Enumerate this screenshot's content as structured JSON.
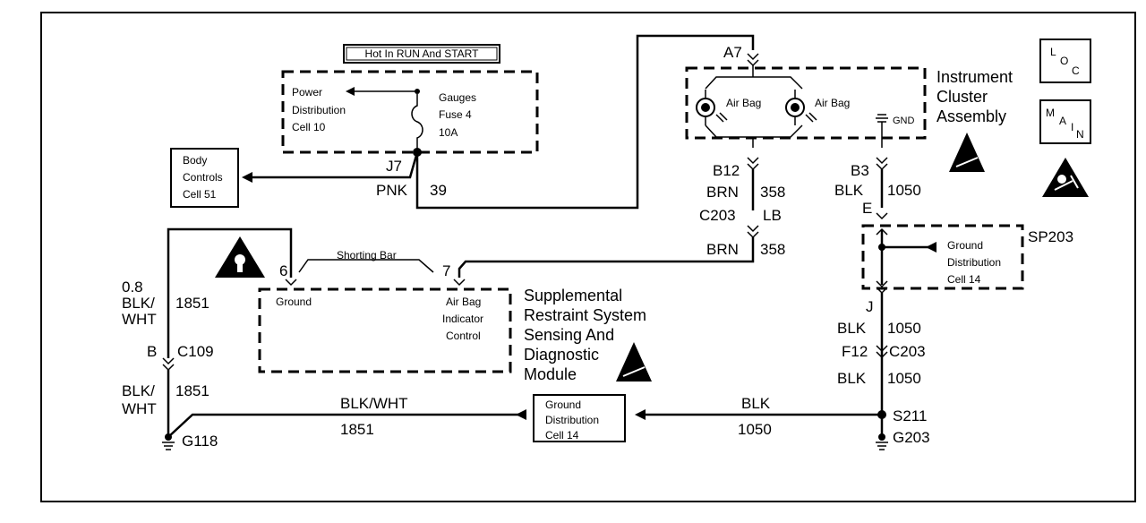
{
  "hot_label": "Hot In RUN And START",
  "power_dist": [
    "Power",
    "Distribution",
    "Cell 10"
  ],
  "fuse": [
    "Gauges",
    "Fuse 4",
    "10A"
  ],
  "body_controls": [
    "Body",
    "Controls",
    "Cell 51"
  ],
  "j7": "J7",
  "pnk": "PNK",
  "c39": "39",
  "a7": "A7",
  "airbag_left": "Air Bag",
  "airbag_right": "Air Bag",
  "gnd": "GND",
  "instrument_cluster": [
    "Instrument",
    "Cluster",
    "Assembly"
  ],
  "b12": "B12",
  "brn_top": "BRN",
  "c358_top": "358",
  "c203_top": "C203",
  "lb": "LB",
  "brn_mid": "BRN",
  "c358_mid": "358",
  "b3": "B3",
  "blk_b3": "BLK",
  "c1050_b3": "1050",
  "e": "E",
  "sp203": "SP203",
  "ground_dist_sp": [
    "Ground",
    "Distribution",
    "Cell 14"
  ],
  "j": "J",
  "blk_j": "BLK",
  "c1050_j": "1050",
  "f12": "F12",
  "c203_f12": "C203",
  "blk_f12": "BLK",
  "c1050_f12": "1050",
  "s211": "S211",
  "g203": "G203",
  "shorting_bar": "Shorting Bar",
  "pin6": "6",
  "pin7": "7",
  "ground_pin": "Ground",
  "airbag_ind": [
    "Air Bag",
    "Indicator",
    "Control"
  ],
  "srs": [
    "Supplemental",
    "Restraint System",
    "Sensing And",
    "Diagnostic",
    "Module"
  ],
  "w08": "0.8",
  "blk_slash_1": "BLK/",
  "wht_1": "WHT",
  "c1851_1": "1851",
  "b_conn": "B",
  "c109": "C109",
  "blk_slash_2": "BLK/",
  "wht_2": "WHT",
  "c1851_2": "1851",
  "g118": "G118",
  "blk_wht_bottom": "BLK/WHT",
  "c1851_bottom": "1851",
  "ground_dist_bottom": [
    "Ground",
    "Distribution",
    "Cell 14"
  ],
  "blk_bottom": "BLK",
  "c1050_bottom": "1050",
  "loc_icon": [
    "L",
    "O",
    "C"
  ],
  "main_icon": [
    "M",
    "A",
    "I",
    "N"
  ]
}
